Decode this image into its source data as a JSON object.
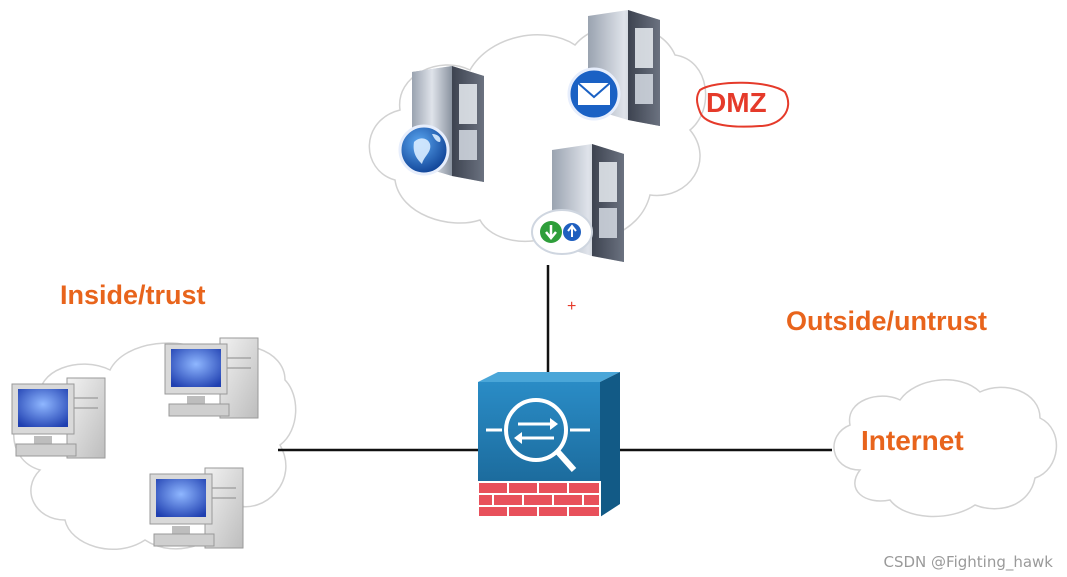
{
  "labels": {
    "inside": "Inside/trust",
    "outside": "Outside/untrust",
    "internet": "Internet",
    "dmz": "DMZ",
    "cursor_mark": "+"
  },
  "watermark": "CSDN @Fighting_hawk",
  "zones": {
    "inside": {
      "hosts": 3,
      "host_type": "pc-icon"
    },
    "dmz": {
      "servers": [
        "web-server-globe-icon",
        "mail-server-envelope-icon",
        "ftp-server-transfer-icon"
      ]
    },
    "outside": {
      "network": "internet-cloud-icon"
    }
  },
  "firewall": {
    "icon": "firewall-asa-icon"
  },
  "colors": {
    "label_orange": "#e8641c",
    "dmz_red": "#e53a2a",
    "firewall_blue": "#1f7fb4",
    "brick_red": "#e8505b",
    "link_line": "#111111",
    "cloud_outline": "#cfcfcf"
  }
}
